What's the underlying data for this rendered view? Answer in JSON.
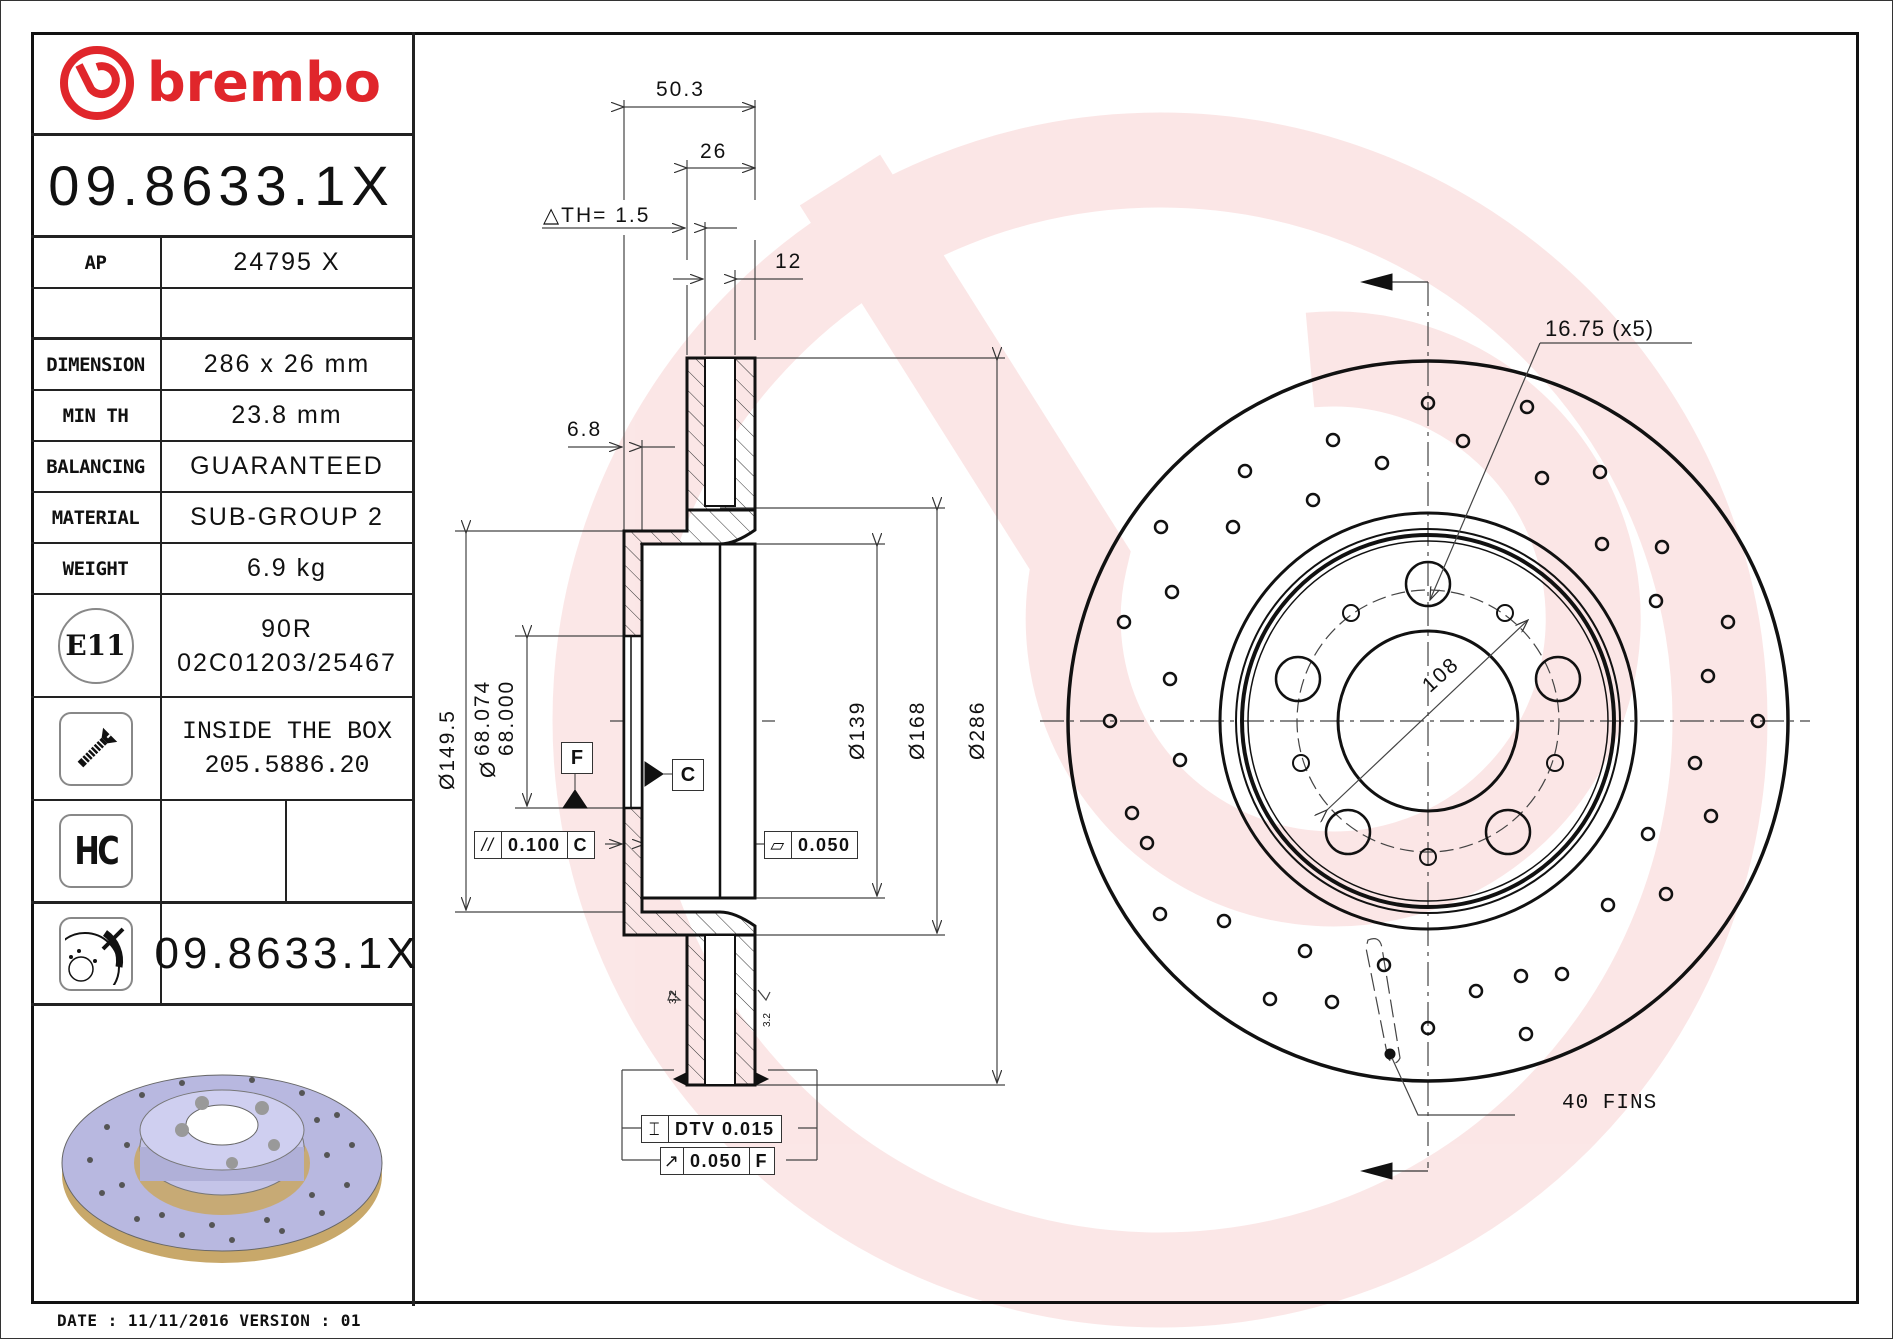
{
  "brand": {
    "name": "brembo",
    "color": "#e0262b",
    "watermark_color": "#fbe3e3"
  },
  "part_number": "09.8633.1X",
  "spec_table": [
    {
      "label": "AP",
      "value": "24795 X"
    },
    {
      "label": "",
      "value": ""
    },
    {
      "label": "DIMENSION",
      "value": "286 x 26 mm"
    },
    {
      "label": "MIN TH",
      "value": "23.8 mm"
    },
    {
      "label": "BALANCING",
      "value": "GUARANTEED"
    },
    {
      "label": "MATERIAL",
      "value": "SUB-GROUP 2"
    },
    {
      "label": "WEIGHT",
      "value": "6.9 kg"
    }
  ],
  "homologation": {
    "icon_label": "E11",
    "line1": "90R",
    "line2": "02C01203/25467"
  },
  "screw": {
    "line1": "INSIDE THE BOX",
    "line2": "205.5886.20"
  },
  "hc": {
    "icon_label": "HC"
  },
  "disc_ref": {
    "part_number": "09.8633.1X"
  },
  "footer": {
    "text": "DATE : 11/11/2016 VERSION : 01"
  },
  "section_view": {
    "dims": {
      "overall_height": "50.3",
      "thickness": "26",
      "delta_th": "△TH= 1.5",
      "cheek": "12",
      "hat_wall": "6.8",
      "d_149": "Ø149.5",
      "d_68_upper": "68.074",
      "d_68_lower": "68.000",
      "d_diam_prefix": "Ø",
      "d_139": "Ø139",
      "d_168": "Ø168",
      "d_286": "Ø286",
      "roughness_left": "3.2",
      "roughness_right": "3.2"
    },
    "datums": {
      "F": "F",
      "C": "C"
    },
    "tolerances": {
      "parallelism": {
        "symbol": "//",
        "value": "0.100",
        "datum": "C"
      },
      "flatness": {
        "symbol": "▱",
        "value": "0.050"
      },
      "dtv": {
        "symbol": "⌶",
        "value": "DTV 0.015"
      },
      "runout": {
        "symbol": "↗",
        "value": "0.050",
        "datum": "F"
      }
    }
  },
  "front_view": {
    "bolt_hole": "16.75 (x5)",
    "pcd": "108",
    "fins": "40 FINS"
  }
}
